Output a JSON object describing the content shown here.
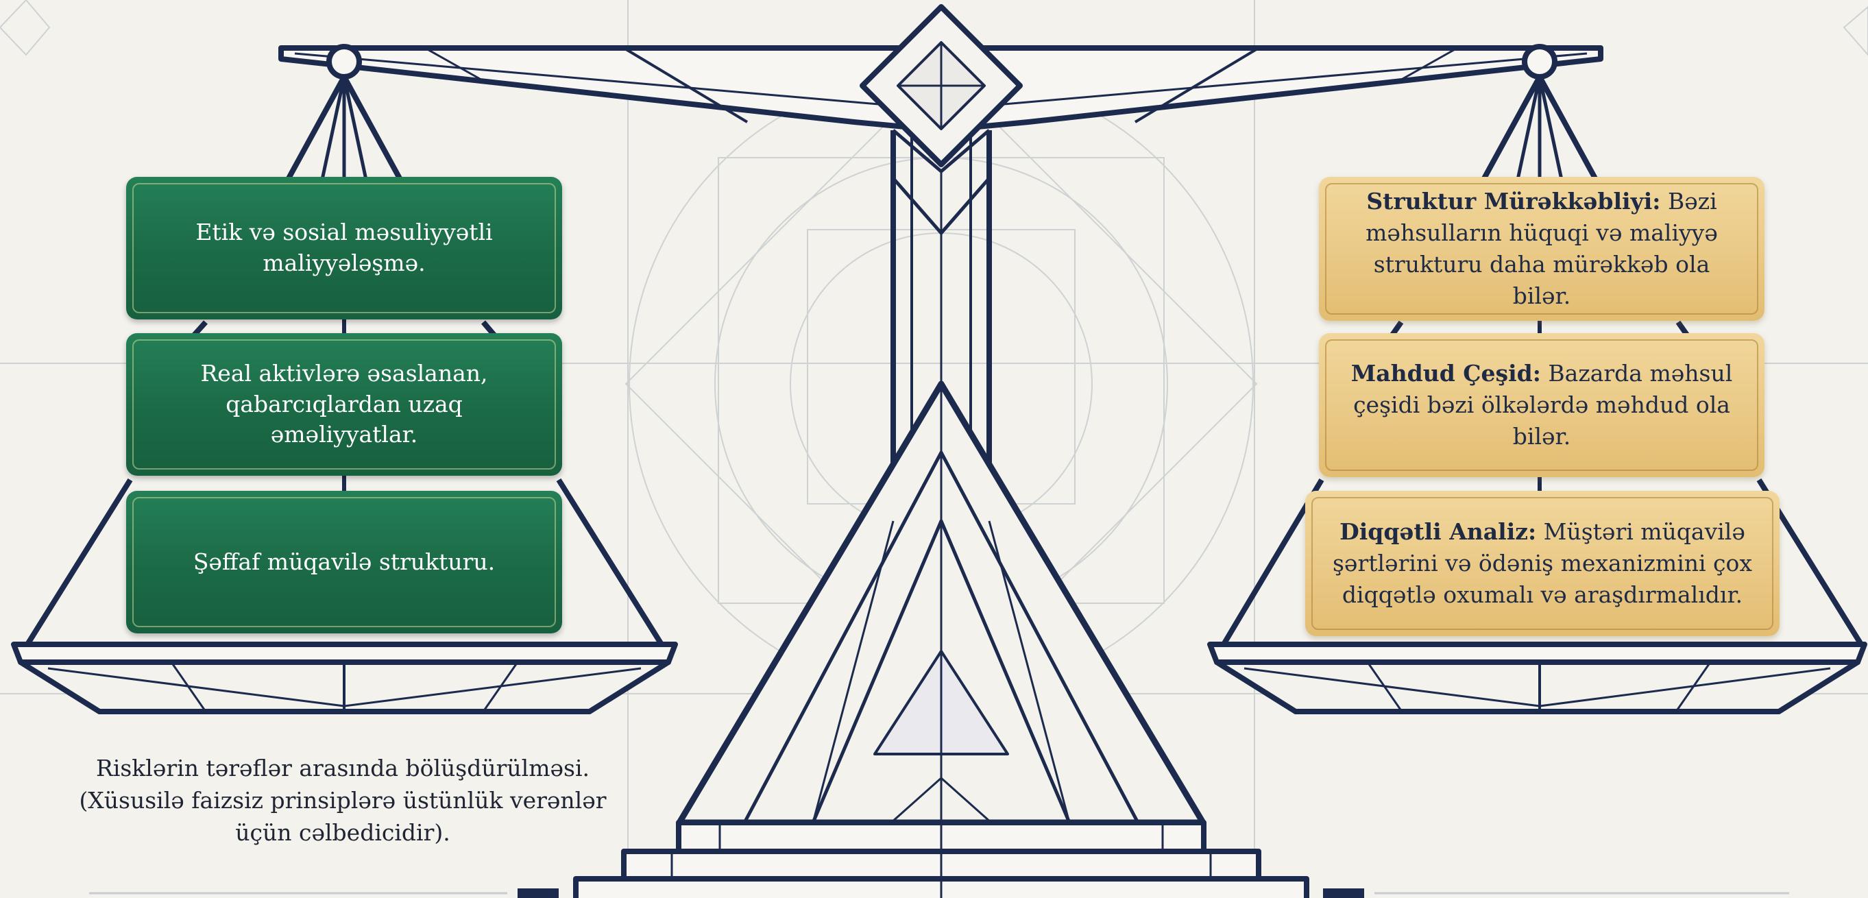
{
  "colors": {
    "background": "#f3f2ed",
    "frame_navy": "#1c2a4d",
    "guide_lines": "#cfd2d3",
    "green_card": "#1f7650",
    "gold_card": "#ecc983",
    "note_text": "#1f2433"
  },
  "left_pan": {
    "cards": [
      {
        "text": "Etik və sosial məsuliyyətli maliyyələşmə."
      },
      {
        "text": "Real aktivlərə əsaslanan, qabarcıqlardan uzaq əməliyyatlar."
      },
      {
        "text": "Şəffaf müqavilə strukturu."
      }
    ]
  },
  "right_pan": {
    "cards": [
      {
        "title": "Struktur Mürəkkəbliyi:",
        "text": "Bəzi məhsulların hüquqi və maliyyə strukturu daha mürəkkəb ola bilər."
      },
      {
        "title": "Mahdud Çeşid:",
        "text": "Bazarda məhsul çeşidi bəzi ölkələrdə məhdud ola bilər."
      },
      {
        "title": "Diqqətli Analiz:",
        "text": "Müştəri müqavilə şərtlərini və ödəniş mexanizmini çox diqqətlə oxumalı və araşdırmalıdır."
      }
    ]
  },
  "note": {
    "line1": "Risklərin tərəflər arasında bölüşdürülməsi.",
    "line2": "(Xüsusilə faizsiz prinsiplərə üstünlük verənlər",
    "line3": "üçün cəlbedicidir)."
  }
}
